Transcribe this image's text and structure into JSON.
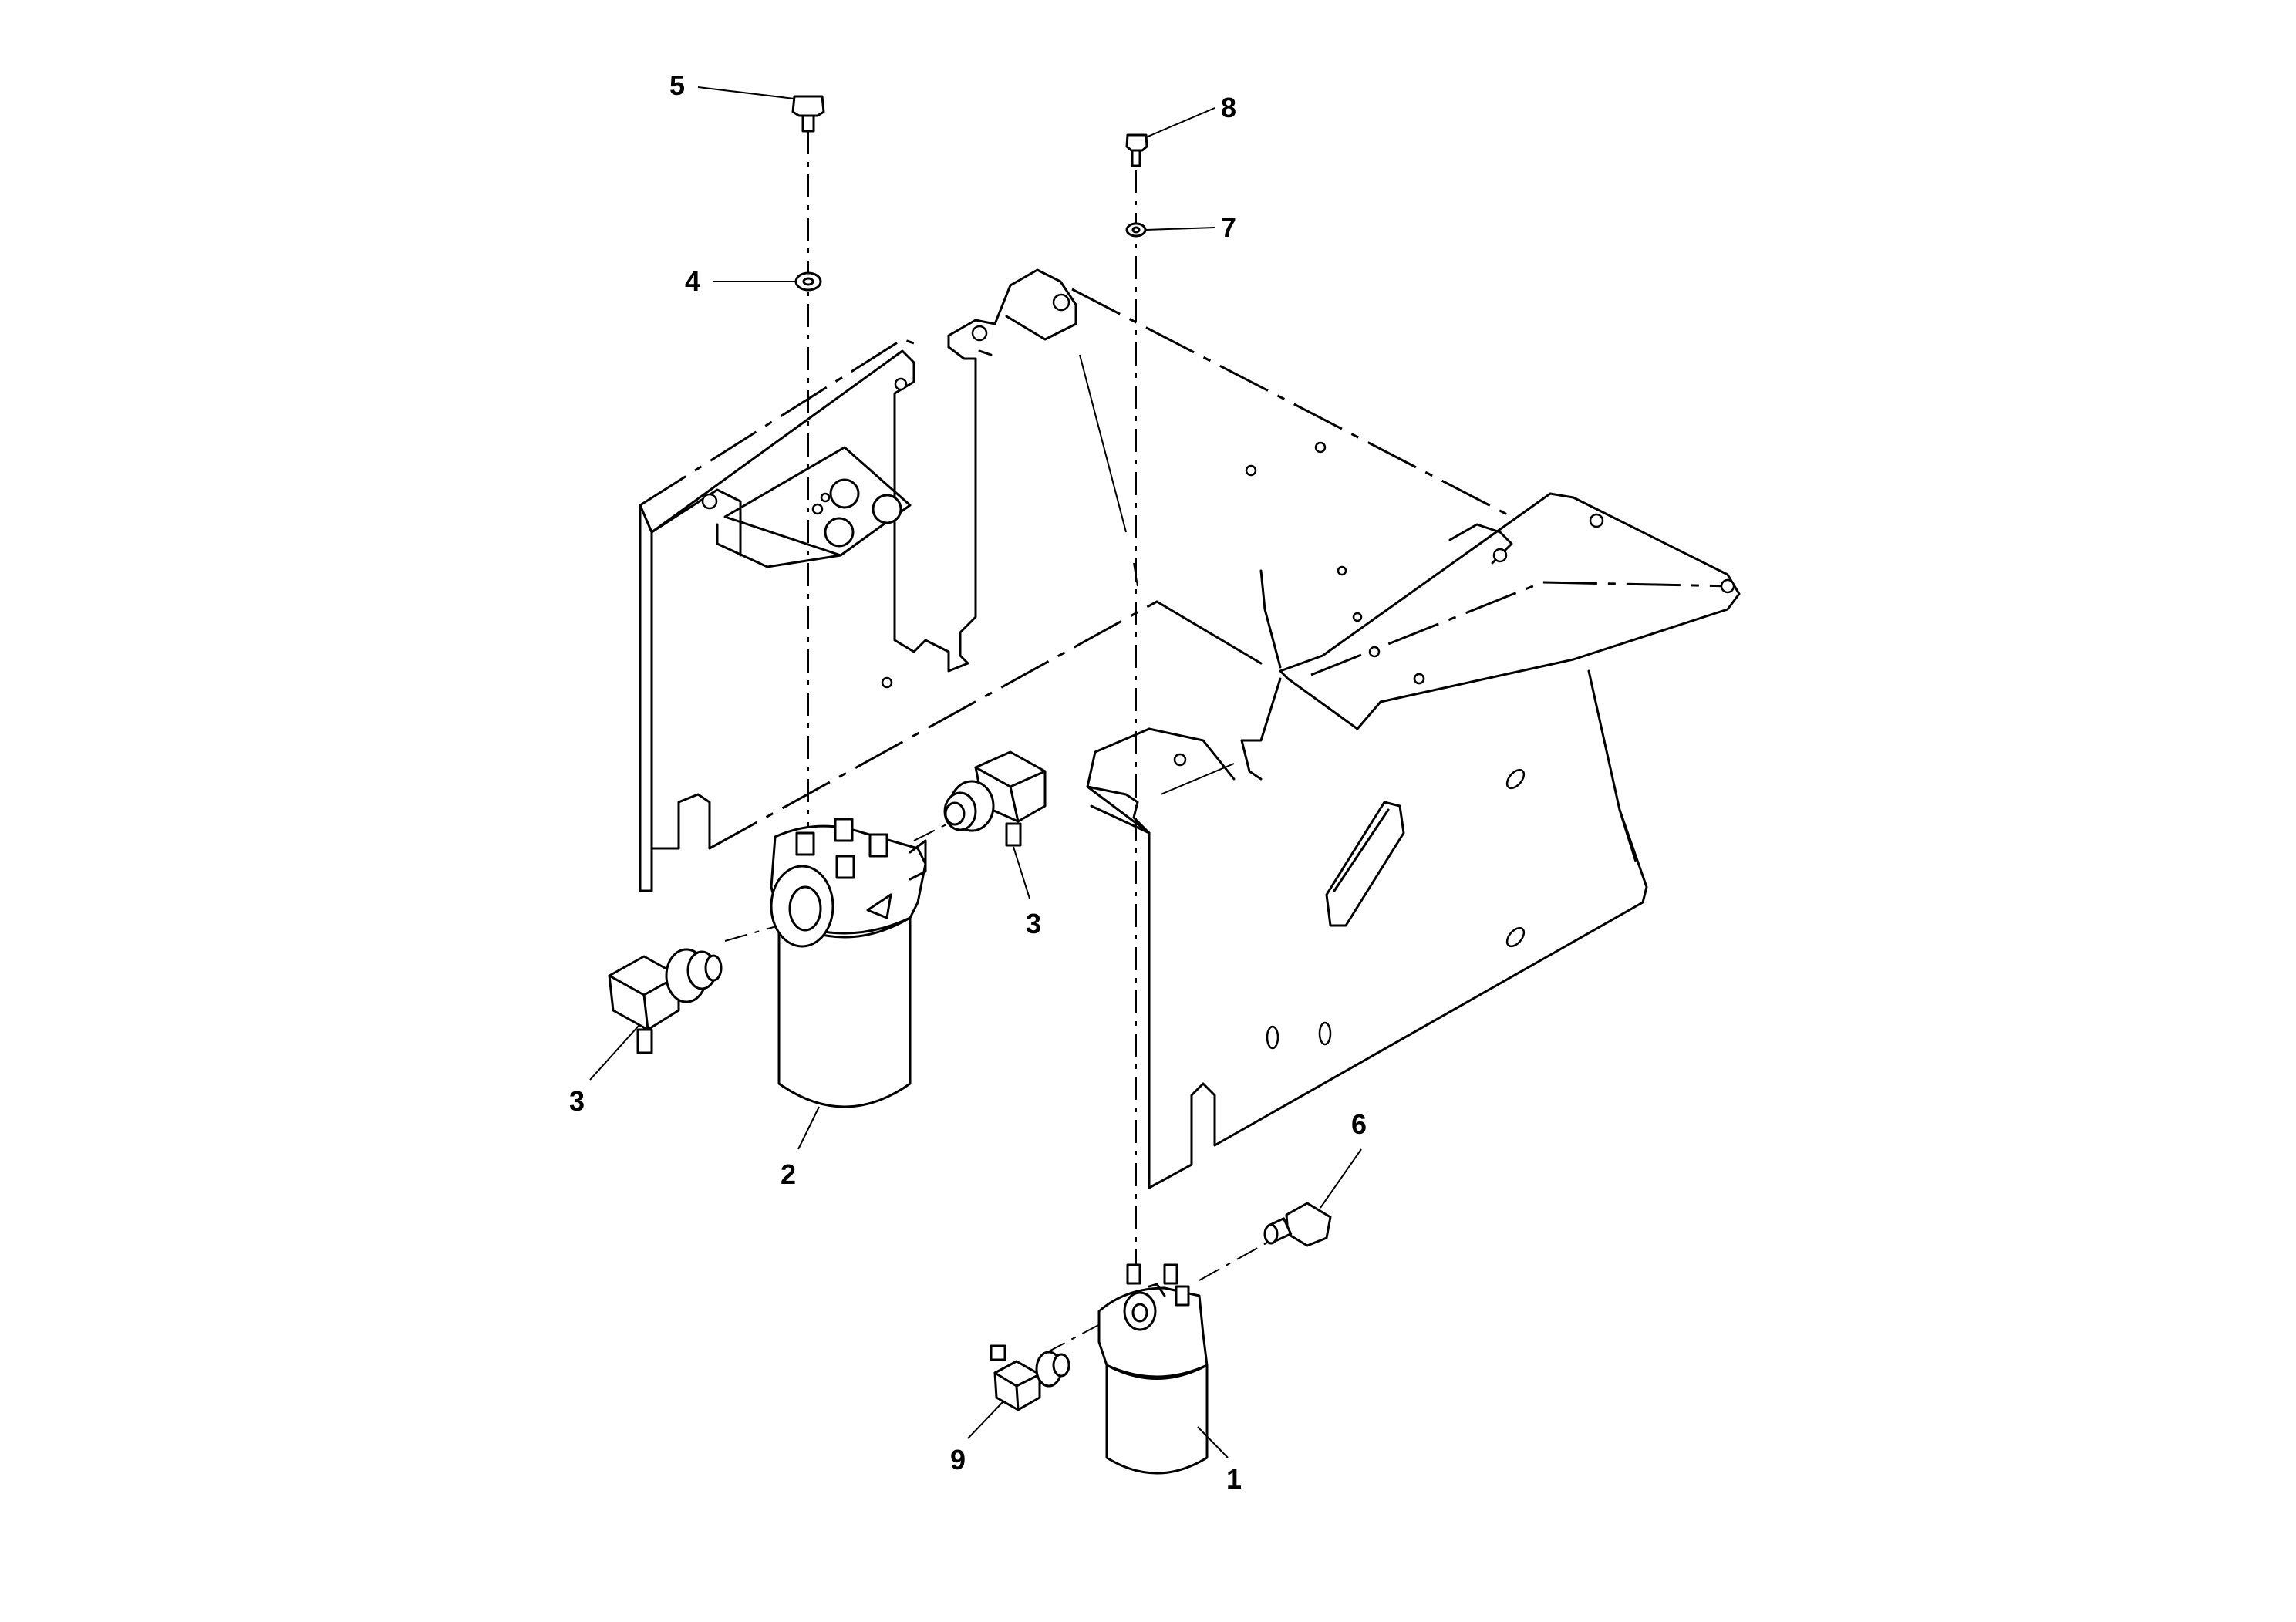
{
  "diagram": {
    "callouts": [
      {
        "id": "c5",
        "label": "5"
      },
      {
        "id": "c8",
        "label": "8"
      },
      {
        "id": "c7",
        "label": "7"
      },
      {
        "id": "c4",
        "label": "4"
      },
      {
        "id": "c3a",
        "label": "3"
      },
      {
        "id": "c3b",
        "label": "3"
      },
      {
        "id": "c2",
        "label": "2"
      },
      {
        "id": "c6",
        "label": "6"
      },
      {
        "id": "c9",
        "label": "9"
      },
      {
        "id": "c1",
        "label": "1"
      }
    ]
  }
}
